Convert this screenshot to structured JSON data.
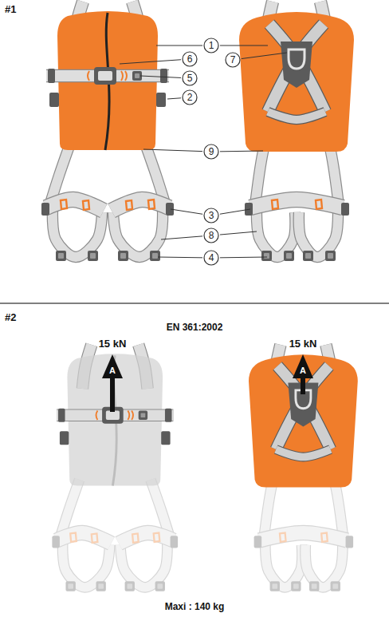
{
  "diagram": {
    "nodes": [
      {
        "text": [
          "1"
        ]
      },
      {
        "text": [
          "6"
        ]
      },
      {
        "text": [
          "7"
        ]
      },
      {
        "text": [
          "5"
        ]
      },
      {
        "text": [
          "2"
        ]
      },
      {
        "text": [
          "9"
        ]
      },
      {
        "text": [
          "3"
        ]
      },
      {
        "text": [
          "8"
        ]
      },
      {
        "text": [
          "4"
        ]
      }
    ],
    "labels": [
      "#1",
      "#2",
      "EN 361:2002",
      "15 kN",
      "15 kN",
      "A",
      "A",
      "Maxi : 140 kg"
    ]
  }
}
